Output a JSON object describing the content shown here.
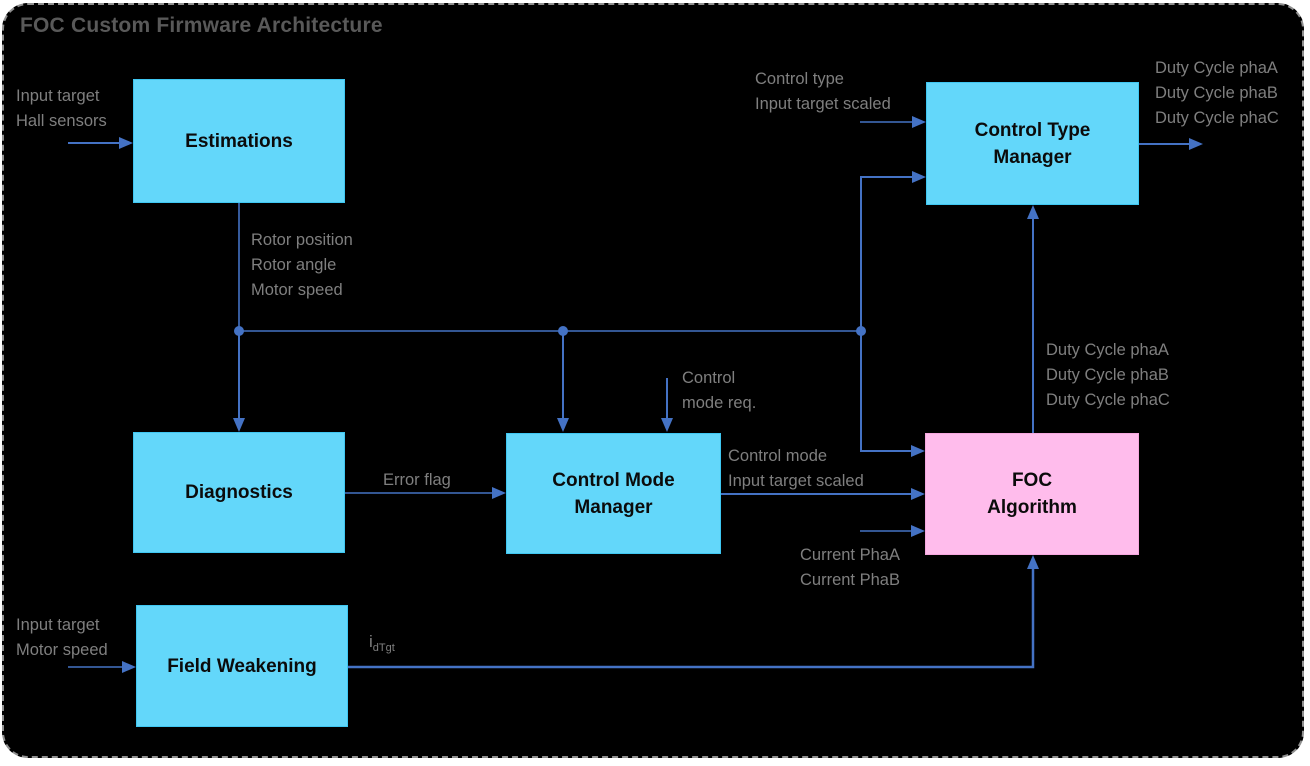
{
  "title": "FOC Custom Firmware Architecture",
  "colors": {
    "background": "#000000",
    "node_cyan": "#63d7fa",
    "node_pink": "#ffbcec",
    "connector_blue": "#4472c4",
    "label_gray": "#7f7f7f",
    "title_gray": "#595959",
    "selection_border_gray": "#8f8f8f"
  },
  "nodes": {
    "estimations": {
      "label": "Estimations"
    },
    "control_type_manager": {
      "label": "Control Type\nManager"
    },
    "diagnostics": {
      "label": "Diagnostics"
    },
    "control_mode_manager": {
      "label": "Control Mode\nManager"
    },
    "foc_algorithm": {
      "label": "FOC\nAlgorithm"
    },
    "field_weakening": {
      "label": "Field Weakening"
    }
  },
  "labels": {
    "estimations_inputs": "Input target\nHall sensors",
    "estimations_outputs": "Rotor position\nRotor angle\nMotor speed",
    "ctm_inputs": "Control type\nInput target scaled",
    "ctm_outputs": "Duty Cycle phaA\nDuty Cycle phaB\nDuty Cycle phaC",
    "control_mode_req": "Control\nmode req.",
    "error_flag": "Error flag",
    "cmm_outputs": "Control mode\nInput target scaled",
    "current_inputs": "Current PhaA\nCurrent PhaB",
    "foc_outputs": "Duty Cycle phaA\nDuty Cycle phaB\nDuty Cycle phaC",
    "fw_inputs": "Input target\nMotor speed",
    "idtgt": {
      "base": "i",
      "sub": "dTgt"
    }
  }
}
